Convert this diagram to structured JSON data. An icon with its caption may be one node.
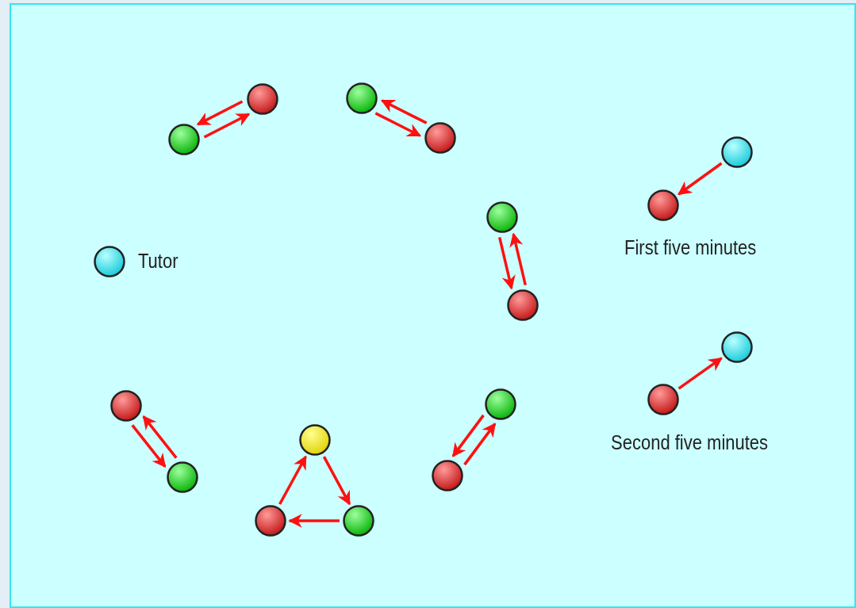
{
  "diagram": {
    "nodes": [
      {
        "text": [],
        "shape": "circle"
      },
      {
        "text": [],
        "shape": "circle"
      },
      {
        "text": [],
        "shape": "circle"
      },
      {
        "text": [],
        "shape": "circle"
      },
      {
        "text": [],
        "shape": "circle"
      },
      {
        "text": [],
        "shape": "circle"
      },
      {
        "text": [],
        "shape": "circle",
        "beside": [
          "Tutor"
        ]
      },
      {
        "text": [],
        "shape": "circle"
      },
      {
        "text": [],
        "shape": "circle"
      },
      {
        "text": [],
        "shape": "circle"
      },
      {
        "text": [],
        "shape": "circle"
      },
      {
        "text": [],
        "shape": "circle"
      },
      {
        "text": [],
        "shape": "circle"
      },
      {
        "text": [],
        "shape": "circle"
      },
      {
        "text": [],
        "shape": "circle"
      },
      {
        "text": [],
        "shape": "circle"
      },
      {
        "text": [],
        "shape": "circle"
      },
      {
        "text": [],
        "shape": "circle"
      }
    ],
    "edges": [
      {
        "from": 1,
        "to": 0,
        "arrow": "to"
      },
      {
        "from": 0,
        "to": 1,
        "arrow": "to"
      },
      {
        "from": 2,
        "to": 3,
        "arrow": "to"
      },
      {
        "from": 3,
        "to": 2,
        "arrow": "to"
      },
      {
        "from": 4,
        "to": 5,
        "arrow": "to"
      },
      {
        "from": 5,
        "to": 4,
        "arrow": "to"
      },
      {
        "from": 7,
        "to": 8,
        "arrow": "to"
      },
      {
        "from": 10,
        "to": 9,
        "arrow": "to"
      },
      {
        "from": 11,
        "to": 12,
        "arrow": "to"
      },
      {
        "from": 12,
        "to": 11,
        "arrow": "to"
      },
      {
        "from": 14,
        "to": 13,
        "arrow": "to"
      },
      {
        "from": 13,
        "to": 15,
        "arrow": "to"
      },
      {
        "from": 15,
        "to": 14,
        "arrow": "to"
      },
      {
        "from": 16,
        "to": 17,
        "arrow": "to"
      },
      {
        "from": 17,
        "to": 16,
        "arrow": "to"
      }
    ],
    "labels": [
      "First five minutes",
      "Second five minutes"
    ]
  }
}
